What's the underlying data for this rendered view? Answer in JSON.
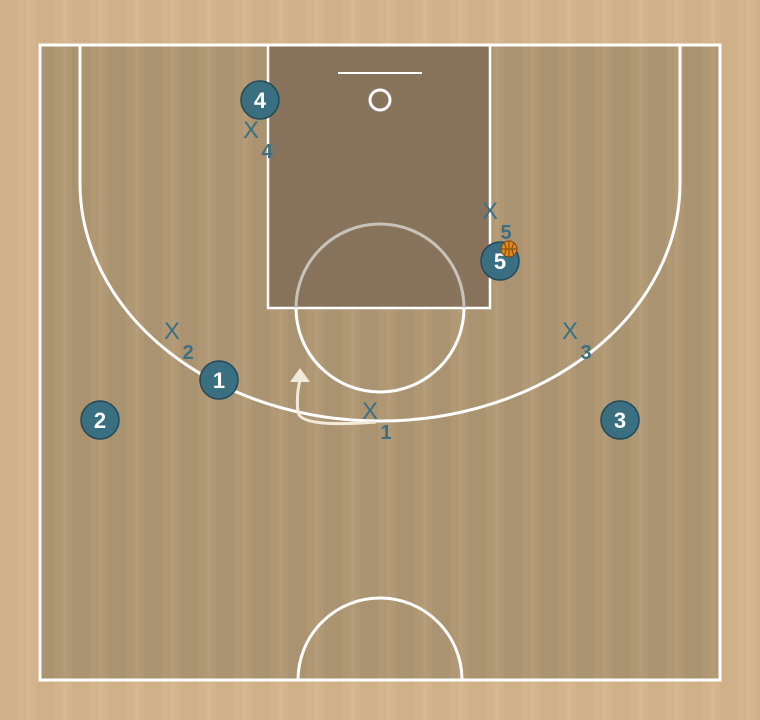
{
  "diagram": {
    "colors": {
      "outer_wood": "#d3b48c",
      "court_fill": "#b09875",
      "paint_fill": "#84705a",
      "line": "#ffffff",
      "player": "#3a6f81",
      "defender": "#3d6f80",
      "ball": "#e08a1e",
      "cut_arrow": "#f2ead8"
    },
    "offense": [
      {
        "label": "1"
      },
      {
        "label": "2"
      },
      {
        "label": "3"
      },
      {
        "label": "4"
      },
      {
        "label": "5",
        "has_ball": true
      }
    ],
    "defense": [
      {
        "mark": "X",
        "number": "1"
      },
      {
        "mark": "X",
        "number": "2"
      },
      {
        "mark": "X",
        "number": "3"
      },
      {
        "mark": "X",
        "number": "4"
      },
      {
        "mark": "X",
        "number": "5"
      }
    ],
    "actions": [
      {
        "type": "cut",
        "player": "1",
        "icon": "arrow-icon"
      }
    ]
  }
}
